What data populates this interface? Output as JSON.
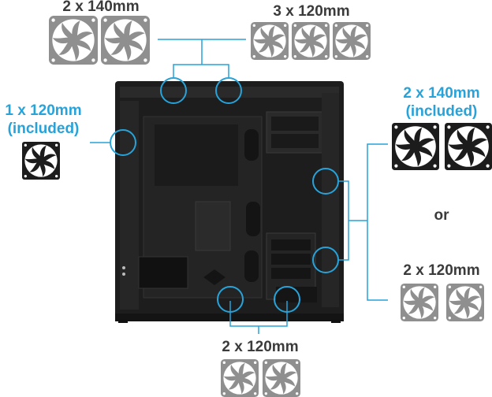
{
  "labels": {
    "top_left": "2 x 140mm",
    "top_right": "3 x 120mm",
    "rear_line1": "1 x 120mm",
    "rear_line2": "(included)",
    "front_included_line1": "2 x 140mm",
    "front_included_line2": "(included)",
    "or": "or",
    "front_alt": "2 x 120mm",
    "bottom": "2 x 120mm"
  },
  "colors": {
    "accent": "#27a3d9",
    "fan_gray": "#8f8f8f",
    "fan_black": "#1c1c1c",
    "case_body": "#1f1f1f",
    "text": "#3b3b3b"
  },
  "fan_groups": {
    "top_140": {
      "count": 2,
      "style": "gray"
    },
    "top_120": {
      "count": 3,
      "style": "gray"
    },
    "rear_120_included": {
      "count": 1,
      "style": "black"
    },
    "front_140_included": {
      "count": 2,
      "style": "black"
    },
    "front_120": {
      "count": 2,
      "style": "gray"
    },
    "bottom_120": {
      "count": 2,
      "style": "gray"
    }
  }
}
